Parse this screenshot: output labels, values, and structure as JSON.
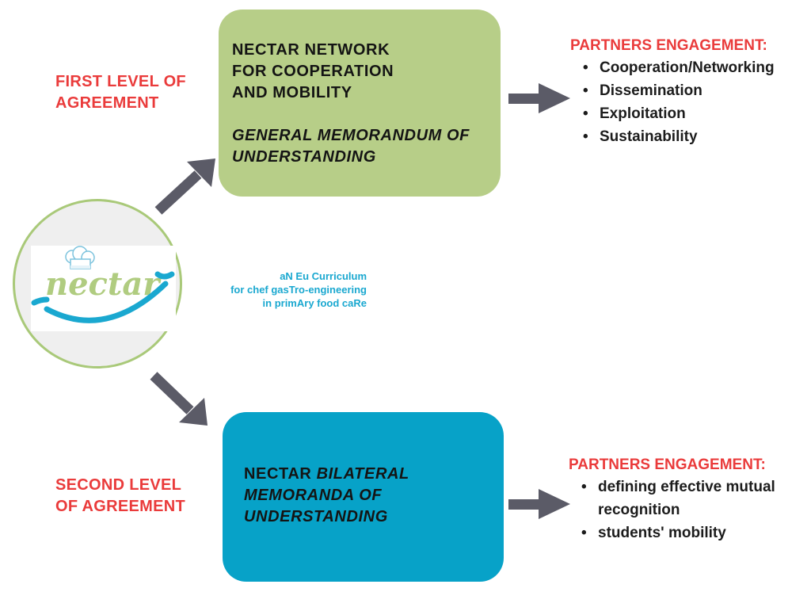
{
  "first_level": {
    "label_lines": [
      "FIRST LEVEL OF",
      "AGREEMENT"
    ],
    "box": {
      "title_lines": [
        "NECTAR NETWORK",
        "FOR COOPERATION",
        "AND MOBILITY"
      ],
      "subtitle_lines": [
        "GENERAL MEMORANDUM OF",
        "UNDERSTANDING"
      ],
      "color": "#b7ce88"
    },
    "engagement": {
      "title": "PARTNERS ENGAGEMENT:",
      "items": [
        "Cooperation/Networking",
        "Dissemination",
        "Exploitation",
        "Sustainability"
      ]
    }
  },
  "second_level": {
    "label_lines": [
      "SECOND LEVEL",
      "OF AGREEMENT"
    ],
    "box": {
      "line1_normal": "NECTAR ",
      "line1_italic": "BILATERAL",
      "italic_lines": [
        "MEMORANDA OF",
        "UNDERSTANDING"
      ],
      "color": "#07a2c8"
    },
    "engagement": {
      "title": "PARTNERS ENGAGEMENT:",
      "items": [
        {
          "lines": [
            "defining effective mutual",
            "recognition"
          ]
        },
        {
          "lines": [
            "students' mobility"
          ]
        }
      ]
    }
  },
  "logo": {
    "wordmark": "nectar",
    "icon": "chef-hat-icon",
    "tagline_lines": [
      "aN Eu Curriculum",
      "for chef gasTro-engineering",
      "in primAry food caRe"
    ]
  },
  "bullet_glyph": "•",
  "colors": {
    "accent_red": "#ea3b3b",
    "arrow_gray": "#5b5b67",
    "green": "#b7ce88",
    "blue": "#07a2c8",
    "logo_green": "#a9c979",
    "logo_blue": "#1aa8d0"
  }
}
